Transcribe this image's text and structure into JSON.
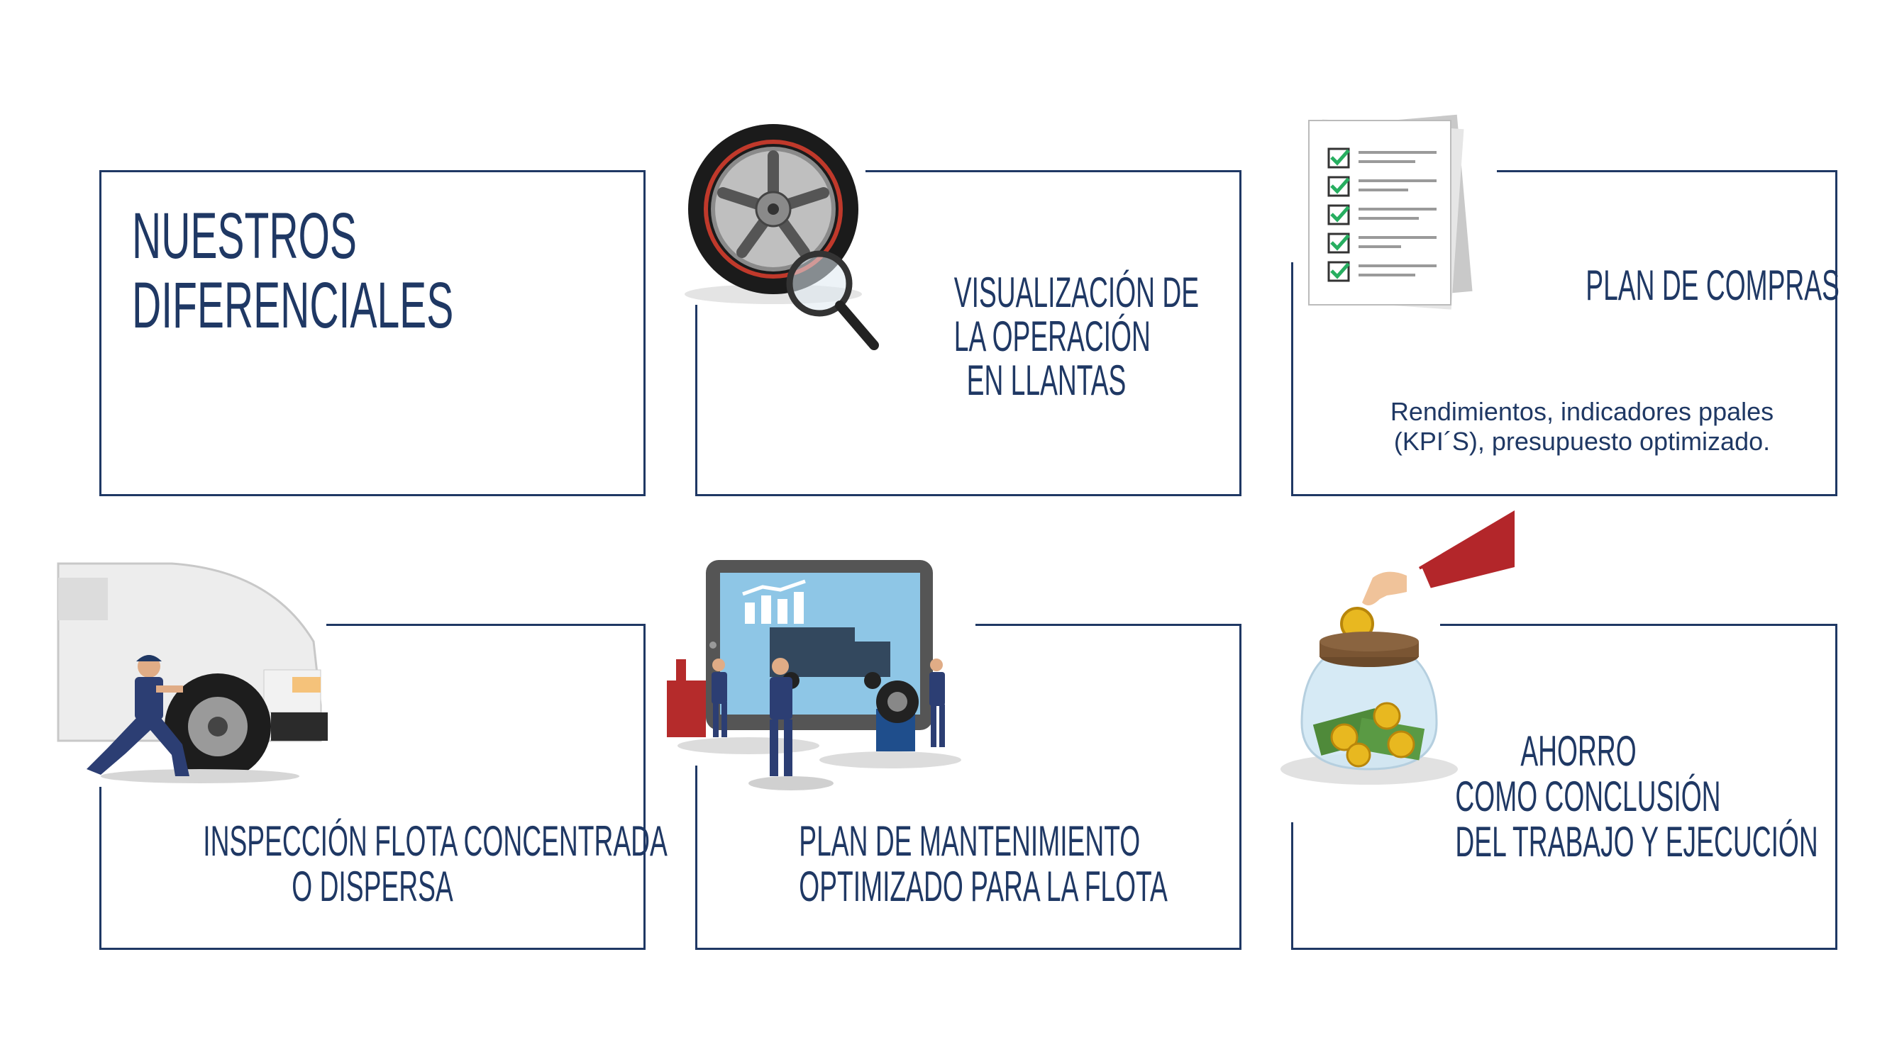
{
  "title": {
    "lines": [
      "NUESTROS",
      "DIFERENCIALES"
    ]
  },
  "cards": [
    {
      "lines": [
        "VISUALIZACIÓN DE",
        "LA OPERACIÓN",
        "EN LLANTAS"
      ]
    },
    {
      "title": "PLAN DE COMPRAS",
      "desc_lines": [
        "Rendimientos, indicadores ppales",
        "(KPI´S), presupuesto optimizado."
      ]
    },
    {
      "lines": [
        "INSPECCIÓN FLOTA CONCENTRADA",
        "O DISPERSA"
      ]
    },
    {
      "lines": [
        "PLAN DE MANTENIMIENTO",
        "OPTIMIZADO PARA LA FLOTA"
      ]
    },
    {
      "lines": [
        "AHORRO",
        "COMO CONCLUSIÓN",
        "DEL TRABAJO Y EJECUCIÓN"
      ]
    }
  ],
  "colors": {
    "brand": "#1f3864",
    "background": "#ffffff"
  },
  "icons": [
    "tire-magnifier-icon",
    "checklist-icon",
    "truck-mechanic-icon",
    "tablet-mechanics-icon",
    "savings-jar-icon"
  ]
}
